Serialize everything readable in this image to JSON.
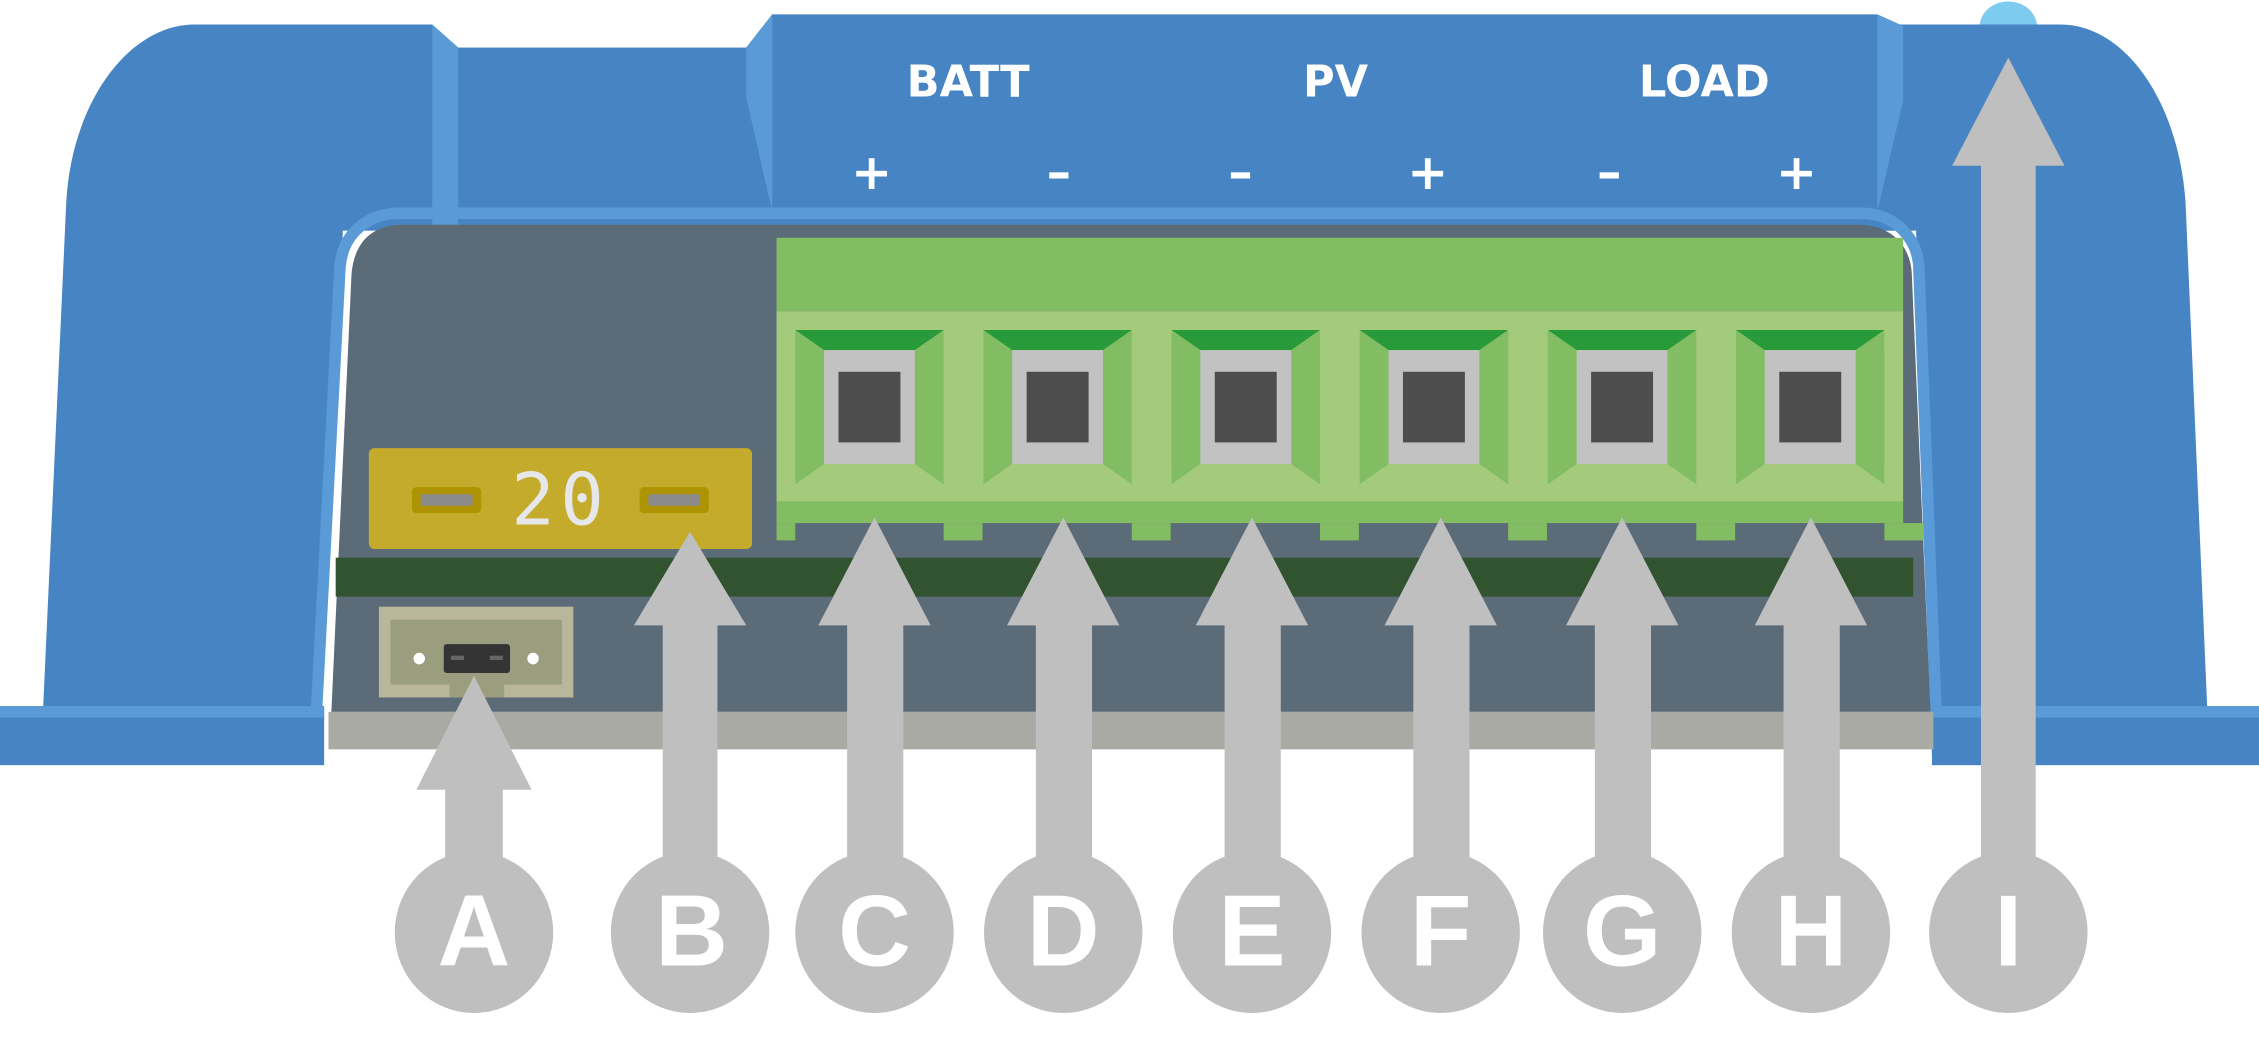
{
  "diagram": {
    "title": "Solar charge controller terminal layout",
    "colors": {
      "casing": "#4784c4",
      "casing_highlight": "#5a9ad6",
      "led": "#7ecbf0",
      "panel": "#5b6b77",
      "terminal_block": "#82bd63",
      "terminal_face": "#a3cb7b",
      "terminal_top": "#289a3a",
      "screw_frame": "#c2c2c2",
      "screw_hole": "#4d4d4d",
      "fuse": "#c4ab2c",
      "fuse_slot": "#ae9400",
      "fuse_pin": "#8a8a8a",
      "pcb_strip": "#325330",
      "base_strip": "#aaaaa4",
      "jumper_frame": "#bab69c",
      "jumper_inner": "#9b9e7e",
      "jumper": "#343434",
      "callout": "#bfbfbf"
    },
    "groups": [
      {
        "label": "BATT",
        "terminals": [
          "+",
          "–"
        ]
      },
      {
        "label": "PV",
        "terminals": [
          "–",
          "+"
        ]
      },
      {
        "label": "LOAD",
        "terminals": [
          "–",
          "+"
        ]
      }
    ],
    "fuse_rating": "20",
    "callouts": [
      {
        "letter": "A",
        "target": "jumper"
      },
      {
        "letter": "B",
        "target": "fuse"
      },
      {
        "letter": "C",
        "target": "BATT +"
      },
      {
        "letter": "D",
        "target": "BATT –"
      },
      {
        "letter": "E",
        "target": "PV –"
      },
      {
        "letter": "F",
        "target": "PV +"
      },
      {
        "letter": "G",
        "target": "LOAD –"
      },
      {
        "letter": "H",
        "target": "LOAD +"
      },
      {
        "letter": "I",
        "target": "LED indicator"
      }
    ]
  }
}
